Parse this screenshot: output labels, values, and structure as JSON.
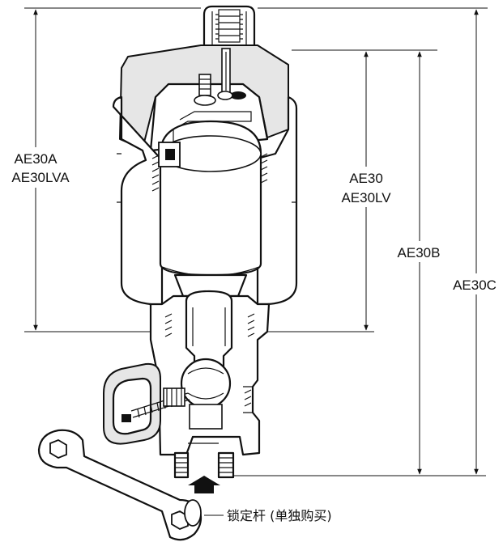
{
  "dimensions": {
    "ae30a": {
      "line1": "AE30A",
      "line2": "AE30LVA"
    },
    "ae30": {
      "line1": "AE30",
      "line2": "AE30LV"
    },
    "ae30b": "AE30B",
    "ae30c": "AE30C"
  },
  "callout": {
    "lock_lever": "锁定杆 (单独购买)"
  },
  "colors": {
    "line": "#111111",
    "shade": "#e6e6e6",
    "background": "#ffffff"
  }
}
